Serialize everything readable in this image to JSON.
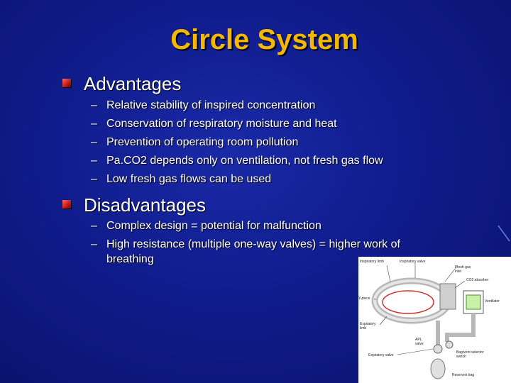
{
  "title": "Circle System",
  "advantages": {
    "heading": "Advantages",
    "items": [
      "Relative stability of inspired concentration",
      "Conservation of respiratory moisture and heat",
      "Prevention of operating room pollution",
      "Pa.CO2 depends only on ventilation, not fresh gas flow",
      "Low fresh gas flows can be used"
    ]
  },
  "disadvantages": {
    "heading": "Disadvantages",
    "items": [
      "Complex design = potential for malfunction",
      "High resistance (multiple one-way valves) = higher work of",
      "breathing"
    ]
  },
  "diagram": {
    "labels": {
      "inspiratory_limb": "Inspiratory limb",
      "inspiratory_valve": "Inspiratory valve",
      "fresh_gas_inlet": "Fresh gas inlet",
      "co2_absorber": "CO2 absorber",
      "ventilator": "Ventilator",
      "y_piece": "Y-piece",
      "expiratory_limb": "Expiratory limb",
      "apl_valve": "APL valve",
      "expiratory_valve": "Expiratory valve",
      "bag_vent_switch": "Bag/vent selector switch",
      "reservoir_bag": "Reservoir bag"
    }
  }
}
